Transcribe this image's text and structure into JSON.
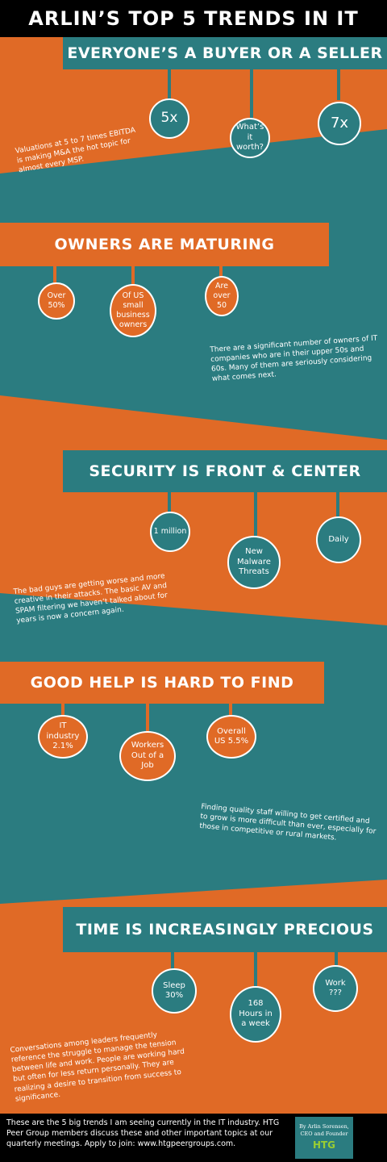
{
  "title": "ARLIN’S TOP 5 TRENDS IN IT",
  "sections": [
    {
      "heading": "EVERYONE’S A BUYER OR A SELLER",
      "circles": [
        "5x",
        "What’s it worth?",
        "7x"
      ],
      "note": "Valuations at 5 to 7 times EBITDA is making M&A the hot topic for almost every MSP."
    },
    {
      "heading": "OWNERS ARE MATURING",
      "circles": [
        "Over 50%",
        "Of US small business owners",
        "Are over 50"
      ],
      "note": "There are a significant number of owners of IT companies who are in their upper 50s and 60s. Many of them are seriously considering what comes next."
    },
    {
      "heading": "SECURITY IS FRONT & CENTER",
      "circles": [
        "1 million",
        "New Malware Threats",
        "Daily"
      ],
      "note": "The bad guys are getting worse and more creative in their attacks. The basic AV and SPAM filtering we haven’t talked about for years is now a concern again."
    },
    {
      "heading": "GOOD HELP IS HARD TO FIND",
      "circles": [
        "IT industry 2.1%",
        "Workers Out of a Job",
        "Overall US 5.5%"
      ],
      "note": "Finding quality staff willing to get certified and to grow is more difficult than ever, especially for those in competitive or rural markets."
    },
    {
      "heading": "TIME IS INCREASINGLY PRECIOUS",
      "circles": [
        "Sleep 30%",
        "168 Hours in a week",
        "Work ???"
      ],
      "note": "Conversations among leaders frequently reference the struggle to manage the tension between life and work. People are working hard but often for less return personally. They are realizing a desire to transition from success to significance."
    }
  ],
  "footer": {
    "text": "These are the 5 big trends I am seeing currently in the IT industry. HTG Peer Group members discuss these and other important topics at our quarterly meetings. Apply to join: www.htgpeergroups.com.",
    "byline": "By Arlin Sorensen,",
    "role": "CEO and Founder",
    "logo": "HTG"
  },
  "colors": {
    "teal": "#2b7c80",
    "orange": "#e06a26",
    "black": "#000000",
    "white": "#ffffff"
  }
}
